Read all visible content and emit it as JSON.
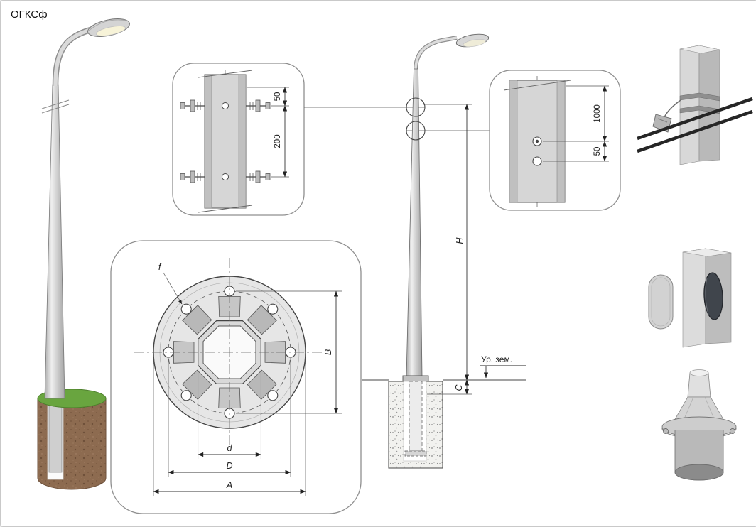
{
  "title": "ОГКСф",
  "top_detail": {
    "dim_upper": "50",
    "dim_lower": "200"
  },
  "right_detail": {
    "dim_upper": "1000",
    "dim_lower": "50"
  },
  "flange_view": {
    "dim_f": "f",
    "dim_b": "B",
    "dim_d_small": "d",
    "dim_d_big": "D",
    "dim_a": "A"
  },
  "elevation": {
    "dim_h": "H",
    "dim_c": "C",
    "ground_label": "Ур. зем."
  },
  "colors": {
    "metal_light": "#ececec",
    "metal_mid": "#c9c9c9",
    "metal_dark": "#b0b0b0",
    "soil_brown": "#8d6b50",
    "grass_green": "#69a53f",
    "cable_black": "#262626",
    "line_dark": "#444444"
  }
}
